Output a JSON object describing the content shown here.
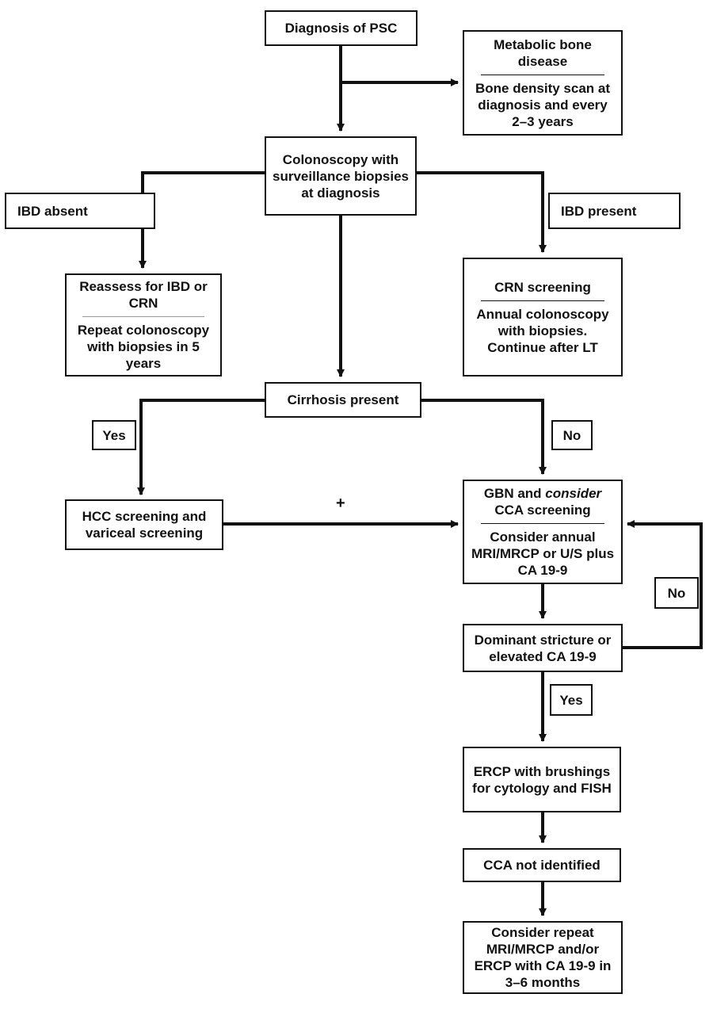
{
  "nodes": {
    "diagnosis_psc": "Diagnosis of PSC",
    "metabolic_bone_title": "Metabolic bone disease",
    "metabolic_bone_body": "Bone density scan at diagnosis and every 2–3 years",
    "colonoscopy": "Colonoscopy with surveillance biopsies at diagnosis",
    "ibd_absent": "IBD absent",
    "ibd_present": "IBD present",
    "reassess_title": "Reassess for IBD or CRN",
    "reassess_body": "Repeat colonoscopy with biopsies in 5 years",
    "crn_title": "CRN screening",
    "crn_body": "Annual colonoscopy with biopsies. Continue after LT",
    "cirrhosis": "Cirrhosis present",
    "yes_cirrhosis": "Yes",
    "no_cirrhosis": "No",
    "hcc": "HCC screening and variceal screening",
    "plus": "+",
    "gbn_title_pre": "GBN and ",
    "gbn_title_em": "consider",
    "gbn_title_post": " CCA screening",
    "gbn_body": "Consider annual MRI/MRCP or U/S plus CA 19-9",
    "no_loop": "No",
    "dominant": "Dominant stricture or elevated CA 19-9",
    "yes_dominant": "Yes",
    "ercp": "ERCP with brushings for cytology and FISH",
    "cca_not": "CCA not identified",
    "repeat": "Consider repeat MRI/MRCP and/or ERCP with CA 19-9 in 3–6 months"
  }
}
